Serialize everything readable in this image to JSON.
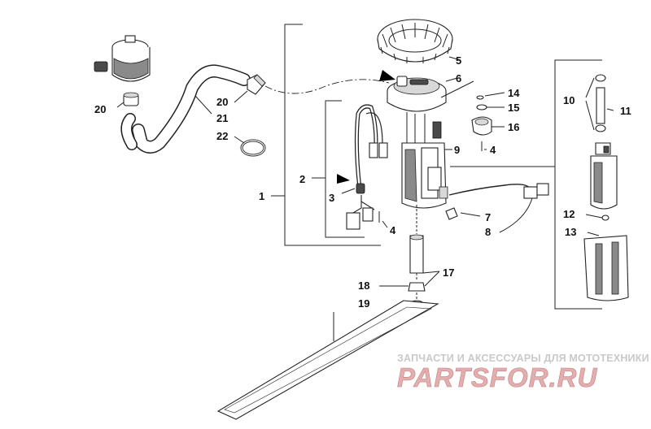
{
  "callouts": {
    "c1": "1",
    "c2": "2",
    "c3": "3",
    "c4a": "4",
    "c4b": "4",
    "c5": "5",
    "c6": "6",
    "c7": "7",
    "c8": "8",
    "c9": "9",
    "c10": "10",
    "c11": "11",
    "c12": "12",
    "c13": "13",
    "c14": "14",
    "c15": "15",
    "c16": "16",
    "c17": "17",
    "c18": "18",
    "c19": "19",
    "c20a": "20",
    "c20b": "20",
    "c21": "21",
    "c22": "22"
  },
  "watermark": {
    "tagline": "ЗАПЧАСТИ И АКСЕССУАРЫ ДЛЯ МОТОТЕХНИКИ",
    "logo": "PARTSFOR.RU"
  },
  "colors": {
    "line": "#222222",
    "watermark_gray": "#c9c9c9",
    "watermark_red": "#e3aeae"
  }
}
